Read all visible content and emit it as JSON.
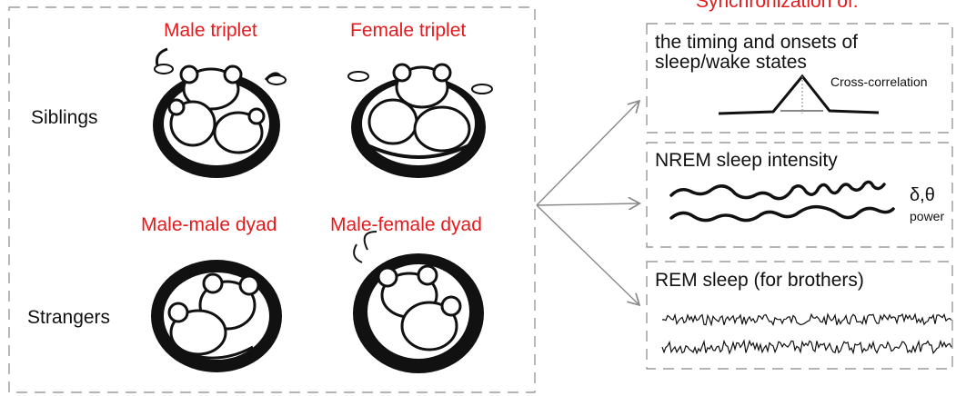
{
  "left_panel": {
    "captions": {
      "male_triplet": "Male triplet",
      "female_triplet": "Female triplet",
      "male_male_dyad": "Male-male dyad",
      "male_female_dyad": "Male-female dyad"
    },
    "rows": {
      "siblings": "Siblings",
      "strangers": "Strangers"
    }
  },
  "right_panel": {
    "title": "Synchronization of:",
    "box1": {
      "line1": "the timing and onsets of",
      "line2": "sleep/wake states",
      "annotation": "Cross-correlation"
    },
    "box2": {
      "title": "NREM sleep intensity",
      "annotation_line1": "δ,θ",
      "annotation_line2": "power"
    },
    "box3": {
      "title": "REM sleep (for brothers)"
    }
  },
  "colors": {
    "caption": "#e41a1c",
    "text": "#111111",
    "dash": "#888888",
    "arrow": "#888888"
  },
  "icons": [
    "mouse-nest-illustration"
  ]
}
